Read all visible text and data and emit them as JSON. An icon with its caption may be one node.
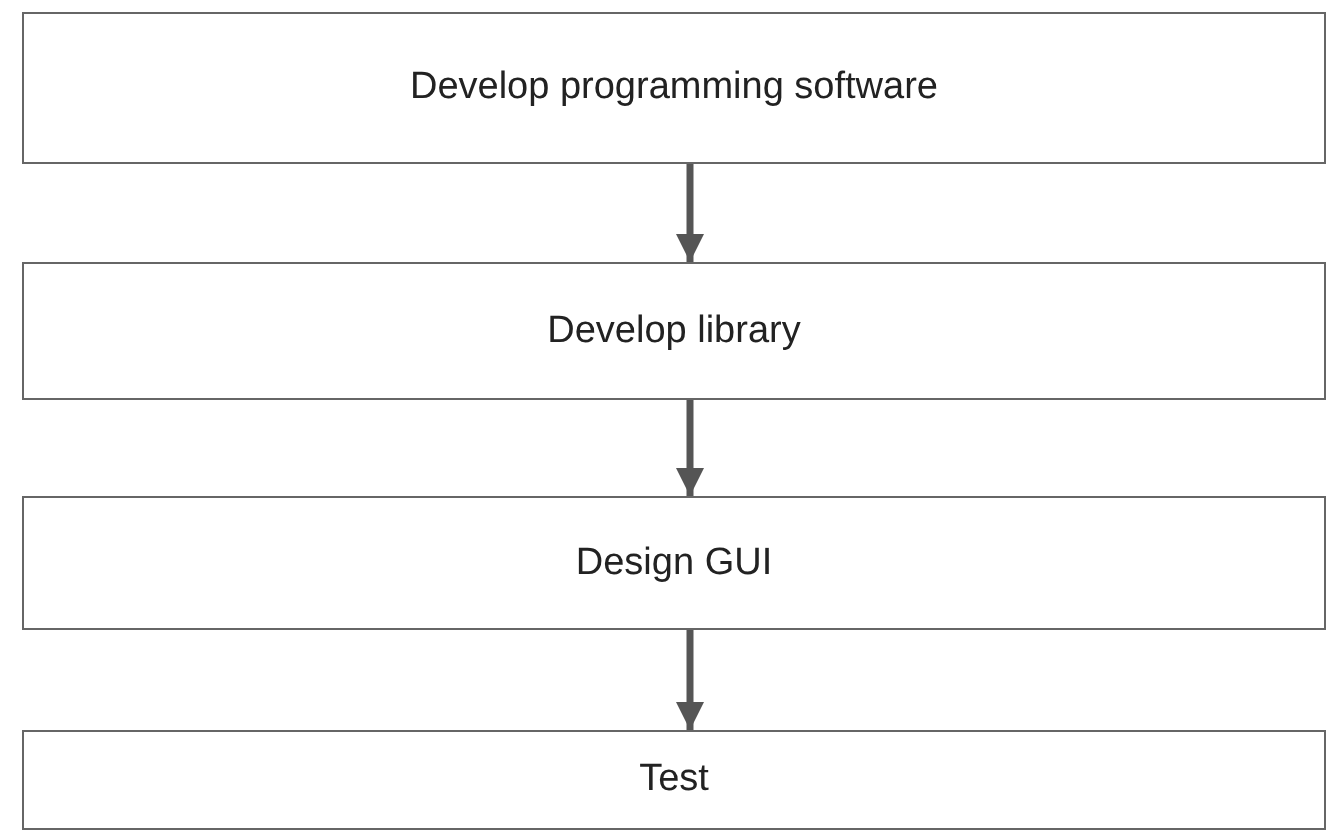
{
  "diagram": {
    "nodes": [
      {
        "text": [
          "Develop programming software"
        ]
      },
      {
        "text": [
          "Develop library"
        ]
      },
      {
        "text": [
          "Design GUI"
        ]
      },
      {
        "text": [
          "Test"
        ]
      }
    ],
    "edges": [
      {
        "from": 0,
        "to": 1,
        "arrow": "to"
      },
      {
        "from": 1,
        "to": 2,
        "arrow": "to"
      },
      {
        "from": 2,
        "to": 3,
        "arrow": "to"
      }
    ]
  }
}
